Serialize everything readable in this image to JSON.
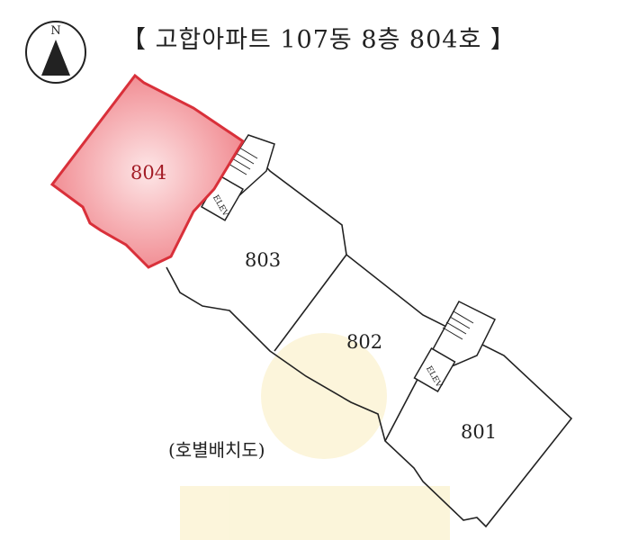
{
  "header": {
    "title": "【 고합아파트 107동 8층 804호 】"
  },
  "compass": {
    "label": "N",
    "icon": "north-arrow-icon"
  },
  "units": [
    {
      "label": "804",
      "highlighted": true
    },
    {
      "label": "803",
      "highlighted": false
    },
    {
      "label": "802",
      "highlighted": false
    },
    {
      "label": "801",
      "highlighted": false
    }
  ],
  "core_labels": {
    "elevator": "ELEV"
  },
  "caption": "(호별배치도)",
  "colors": {
    "highlight_fill": "#f08a8f",
    "highlight_stroke": "#d9303a",
    "line": "#222222"
  }
}
